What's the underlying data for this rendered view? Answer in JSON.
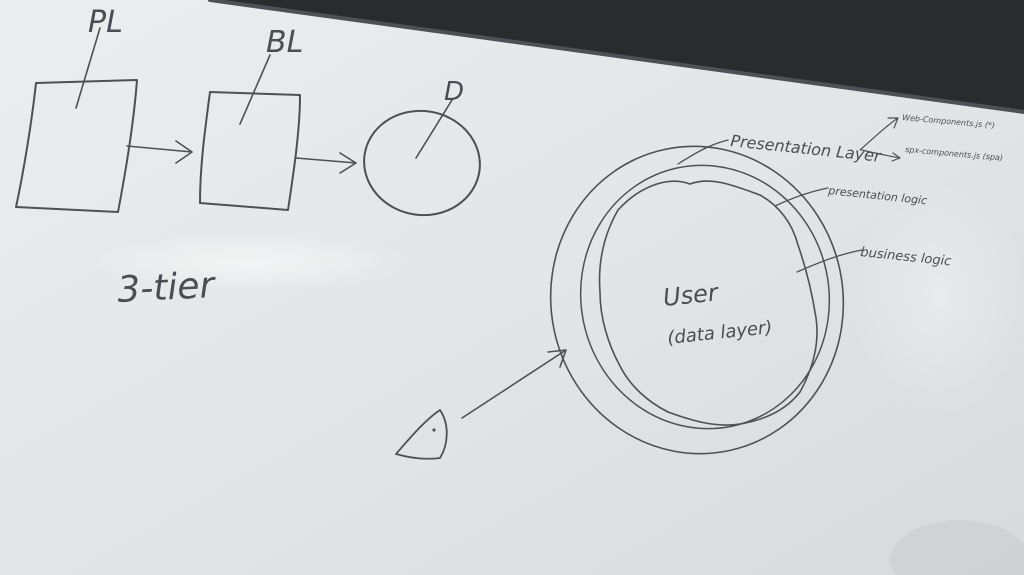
{
  "scene": {
    "subject": "whiteboard",
    "colors": {
      "board": "#e4e7e8",
      "board_shadow": "#d3d7d8",
      "background": "#2a2b2c",
      "marker": "#4d5157"
    }
  },
  "left_diagram": {
    "box1_label": "PL",
    "box2_label": "BL",
    "circle_label": "D",
    "caption": "3-tier"
  },
  "right_diagram": {
    "center_label_line1": "User",
    "center_label_line2": "(data layer)",
    "layer1_label": "Presentation Layer",
    "layer2_label": "presentation logic",
    "layer3_label": "business logic",
    "branch1_label": "Web-Components.js (*)",
    "branch2_label": "spx-components.js (spa)"
  }
}
